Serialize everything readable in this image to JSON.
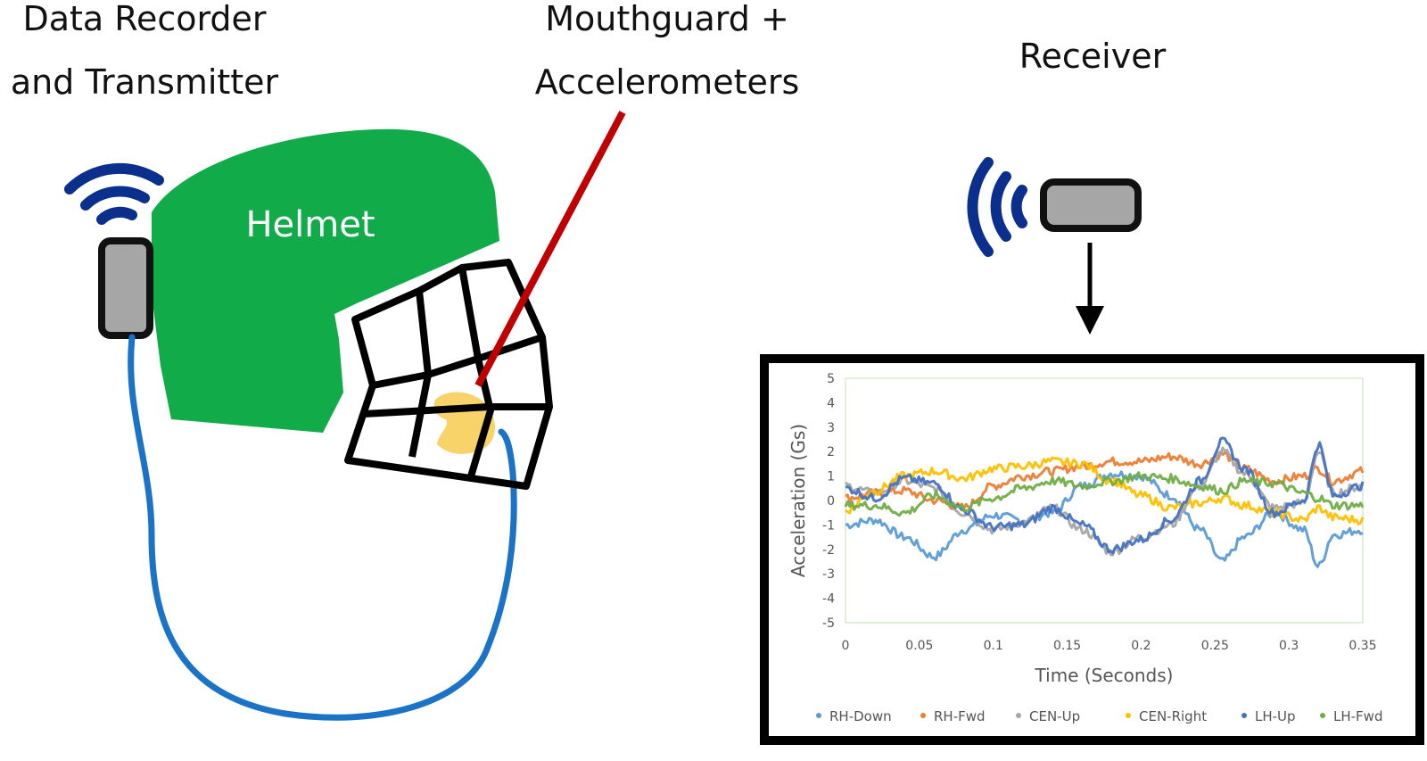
{
  "labels": {
    "recorder_line1": "Data Recorder",
    "recorder_line2": "and Transmitter",
    "mouthguard_line1": "Mouthguard  +",
    "mouthguard_line2": "Accelerometers",
    "receiver": "Receiver",
    "helmet": "Helmet"
  },
  "icons": {
    "wifi_color": "#0a2f8c",
    "helmet_color": "#11ab4a",
    "cable_color": "#1a73c7",
    "pointer_color": "#c00000",
    "mouthguard_color": "#f7d36a",
    "device_fill": "#a6a6a6"
  },
  "chart_data": {
    "type": "line",
    "xlabel": "Time (Seconds)",
    "ylabel": "Acceleration (Gs)",
    "xlim": [
      0,
      0.35
    ],
    "ylim": [
      -5,
      5
    ],
    "xticks": [
      "0",
      "0.05",
      "0.1",
      "0.15",
      "0.2",
      "0.25",
      "0.3",
      "0.35"
    ],
    "yticks": [
      "5",
      "4",
      "3",
      "2",
      "1",
      "0",
      "-1",
      "-2",
      "-3",
      "-4",
      "-5"
    ],
    "legend_position": "bottom",
    "x": [
      0,
      0.02,
      0.04,
      0.06,
      0.08,
      0.1,
      0.12,
      0.14,
      0.16,
      0.18,
      0.2,
      0.22,
      0.24,
      0.255,
      0.27,
      0.29,
      0.31,
      0.32,
      0.33,
      0.35
    ],
    "series": [
      {
        "name": "RH-Down",
        "color": "#5b9bd5",
        "values": [
          -1.0,
          -0.8,
          -1.5,
          -2.3,
          -1.2,
          -0.6,
          -0.8,
          -0.5,
          0.6,
          1.1,
          1.0,
          0.2,
          -1.2,
          -2.5,
          -1.5,
          -0.5,
          -1.2,
          -2.7,
          -1.4,
          -1.2
        ]
      },
      {
        "name": "RH-Fwd",
        "color": "#ed7d31",
        "values": [
          0.1,
          0.3,
          0.4,
          0.0,
          -0.3,
          0.6,
          1.0,
          1.2,
          1.4,
          1.6,
          1.6,
          1.8,
          1.5,
          1.9,
          1.3,
          0.8,
          1.0,
          1.3,
          0.8,
          1.2
        ]
      },
      {
        "name": "CEN-Up",
        "color": "#a5a5a5",
        "values": [
          0.6,
          0.3,
          0.8,
          0.5,
          -0.5,
          -1.2,
          -0.9,
          -0.3,
          -1.2,
          -2.1,
          -1.5,
          -1.0,
          0.6,
          2.0,
          1.1,
          -0.3,
          -0.1,
          2.0,
          0.3,
          0.6
        ]
      },
      {
        "name": "CEN-Right",
        "color": "#ffc000",
        "values": [
          -0.4,
          0.4,
          1.0,
          1.2,
          0.9,
          1.3,
          1.4,
          1.6,
          1.5,
          0.8,
          0.2,
          -0.3,
          -0.1,
          0.1,
          -0.2,
          -0.5,
          -0.8,
          -0.3,
          -0.7,
          -0.8
        ]
      },
      {
        "name": "LH-Up",
        "color": "#4472c4",
        "values": [
          0.5,
          0.1,
          0.9,
          0.7,
          -0.4,
          -1.1,
          -1.0,
          -0.3,
          -1.0,
          -2.0,
          -1.6,
          -0.8,
          0.8,
          2.4,
          1.3,
          -0.5,
          0.0,
          2.3,
          0.2,
          0.6
        ]
      },
      {
        "name": "LH-Fwd",
        "color": "#70ad47",
        "values": [
          -0.2,
          -0.2,
          -0.5,
          0.2,
          -0.3,
          0.1,
          0.5,
          0.8,
          0.6,
          0.8,
          1.0,
          0.9,
          0.6,
          0.4,
          0.8,
          0.7,
          0.3,
          0.1,
          -0.2,
          -0.2
        ]
      }
    ]
  }
}
